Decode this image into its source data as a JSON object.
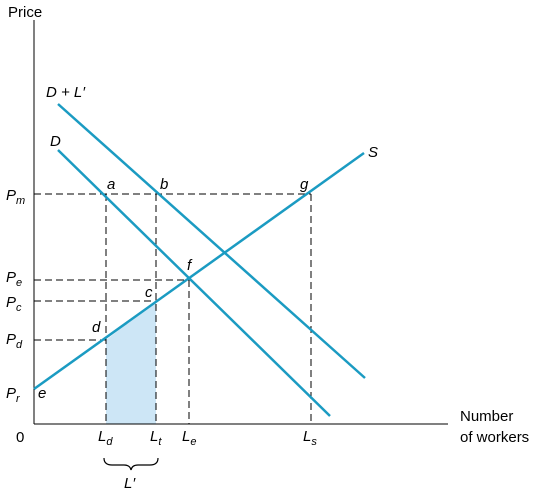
{
  "axes": {
    "y_label": "Price",
    "x_label_line1": "Number",
    "x_label_line2": "of workers",
    "origin": "0"
  },
  "curves": {
    "demand_plus": "D + L′",
    "demand": "D",
    "supply": "S"
  },
  "price_labels": [
    {
      "main": "P",
      "sub": "m"
    },
    {
      "main": "P",
      "sub": "e"
    },
    {
      "main": "P",
      "sub": "c"
    },
    {
      "main": "P",
      "sub": "d"
    },
    {
      "main": "P",
      "sub": "r"
    }
  ],
  "quantity_labels": [
    {
      "main": "L",
      "sub": "d"
    },
    {
      "main": "L",
      "sub": "t"
    },
    {
      "main": "L",
      "sub": "e"
    },
    {
      "main": "L",
      "sub": "s"
    }
  ],
  "points": {
    "a": "a",
    "b": "b",
    "g": "g",
    "f": "f",
    "c": "c",
    "d": "d",
    "e": "e"
  },
  "brace_label": "L′",
  "colors": {
    "curves": "#1b9bc2",
    "shaded_area": "#cde6f6"
  }
}
